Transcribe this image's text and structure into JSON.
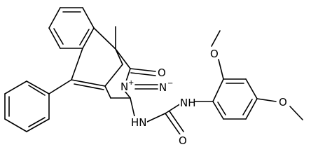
{
  "molecule": {
    "labels": {
      "carbonyl_O": "O",
      "nitrogen_plus": "N",
      "nitrogen_plus_charge": "+",
      "nitrogen_minus": "N",
      "nitrogen_minus_charge": "−",
      "amide_NH_right": "NH",
      "amide_NH_left": "HN",
      "urea_O": "O",
      "methoxy_O_top": "O",
      "methoxy_O_bottom": "O"
    },
    "colors": {
      "bond": "#000000",
      "text": "#000000",
      "background": "#ffffff"
    }
  }
}
